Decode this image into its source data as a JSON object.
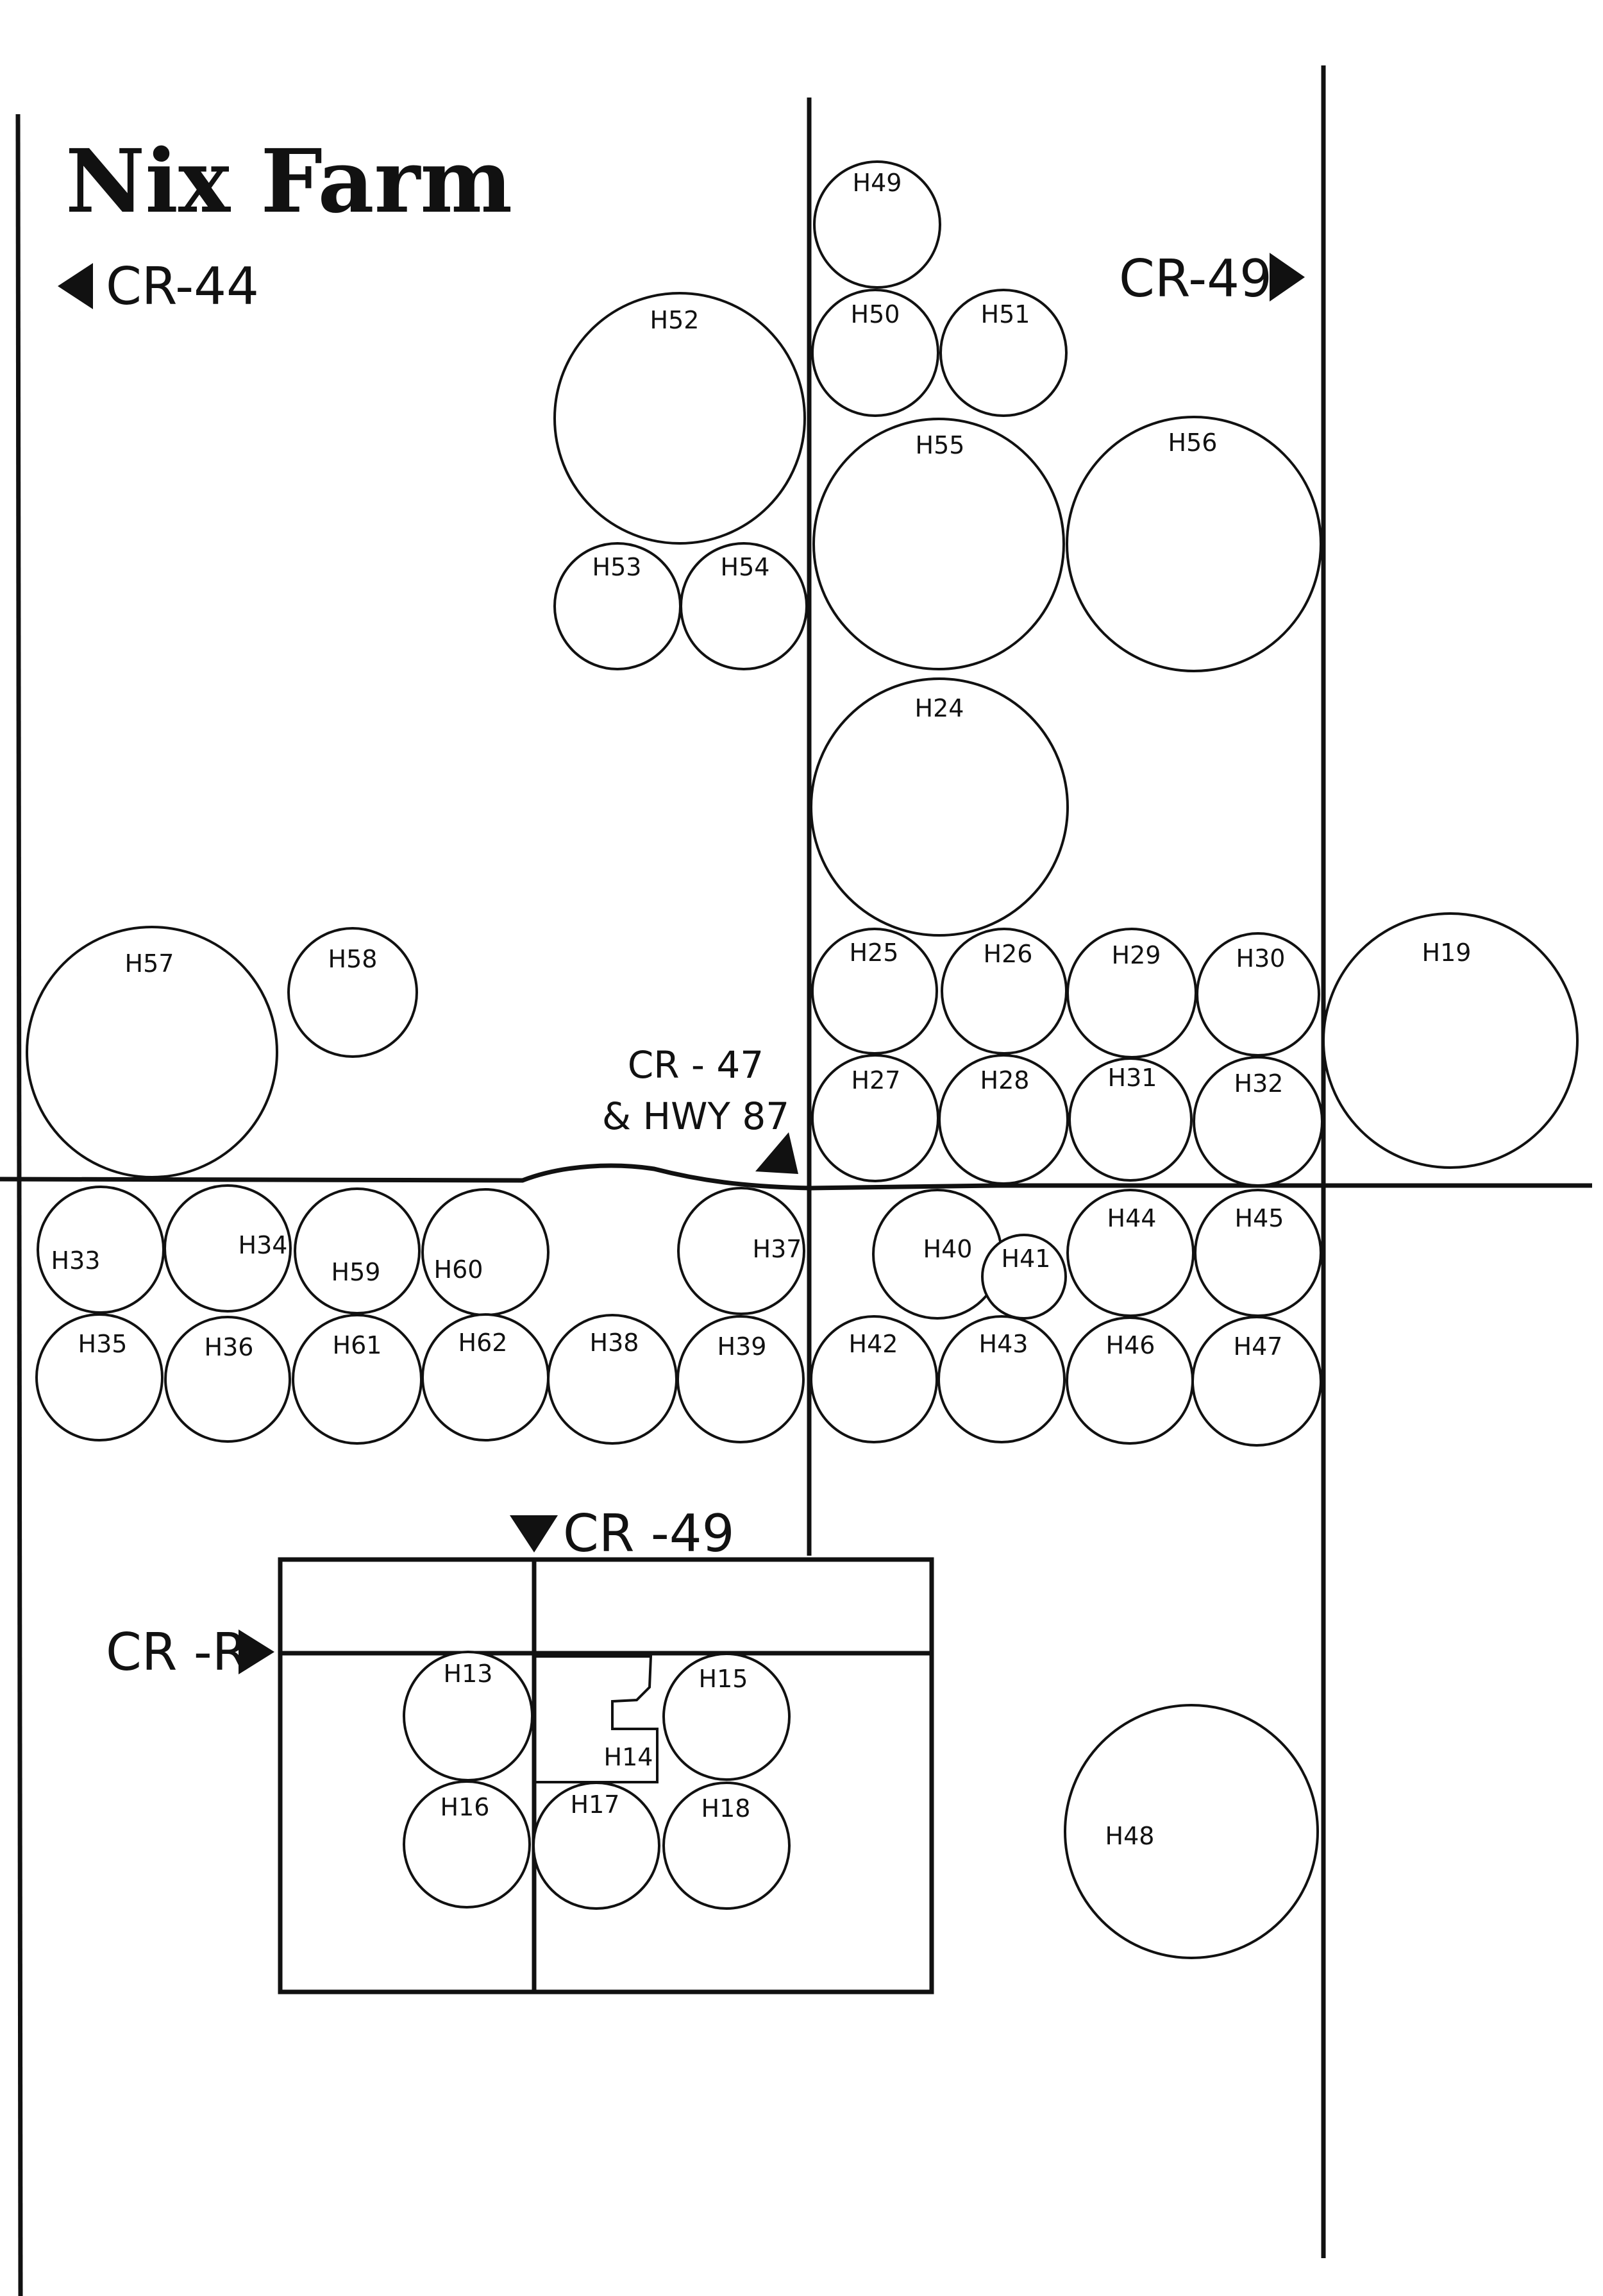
{
  "title": "Nix Farm",
  "roads": {
    "cr44": "CR-44",
    "cr49_top": "CR-49",
    "cr47_line1": "CR - 47",
    "cr47_line2": "& HWY 87",
    "cr49_bottom": "CR -49",
    "cr_r": "CR -R"
  },
  "fields": [
    "H13",
    "H14",
    "H15",
    "H16",
    "H17",
    "H18",
    "H19",
    "H24",
    "H25",
    "H26",
    "H27",
    "H28",
    "H29",
    "H30",
    "H31",
    "H32",
    "H33",
    "H34",
    "H35",
    "H36",
    "H37",
    "H38",
    "H39",
    "H40",
    "H41",
    "H42",
    "H43",
    "H44",
    "H45",
    "H46",
    "H47",
    "H48",
    "H49",
    "H50",
    "H51",
    "H52",
    "H53",
    "H54",
    "H55",
    "H56",
    "H57",
    "H58",
    "H59",
    "H60",
    "H61",
    "H62"
  ],
  "colors": {
    "ink": "#111111",
    "background": "#ffffff"
  }
}
